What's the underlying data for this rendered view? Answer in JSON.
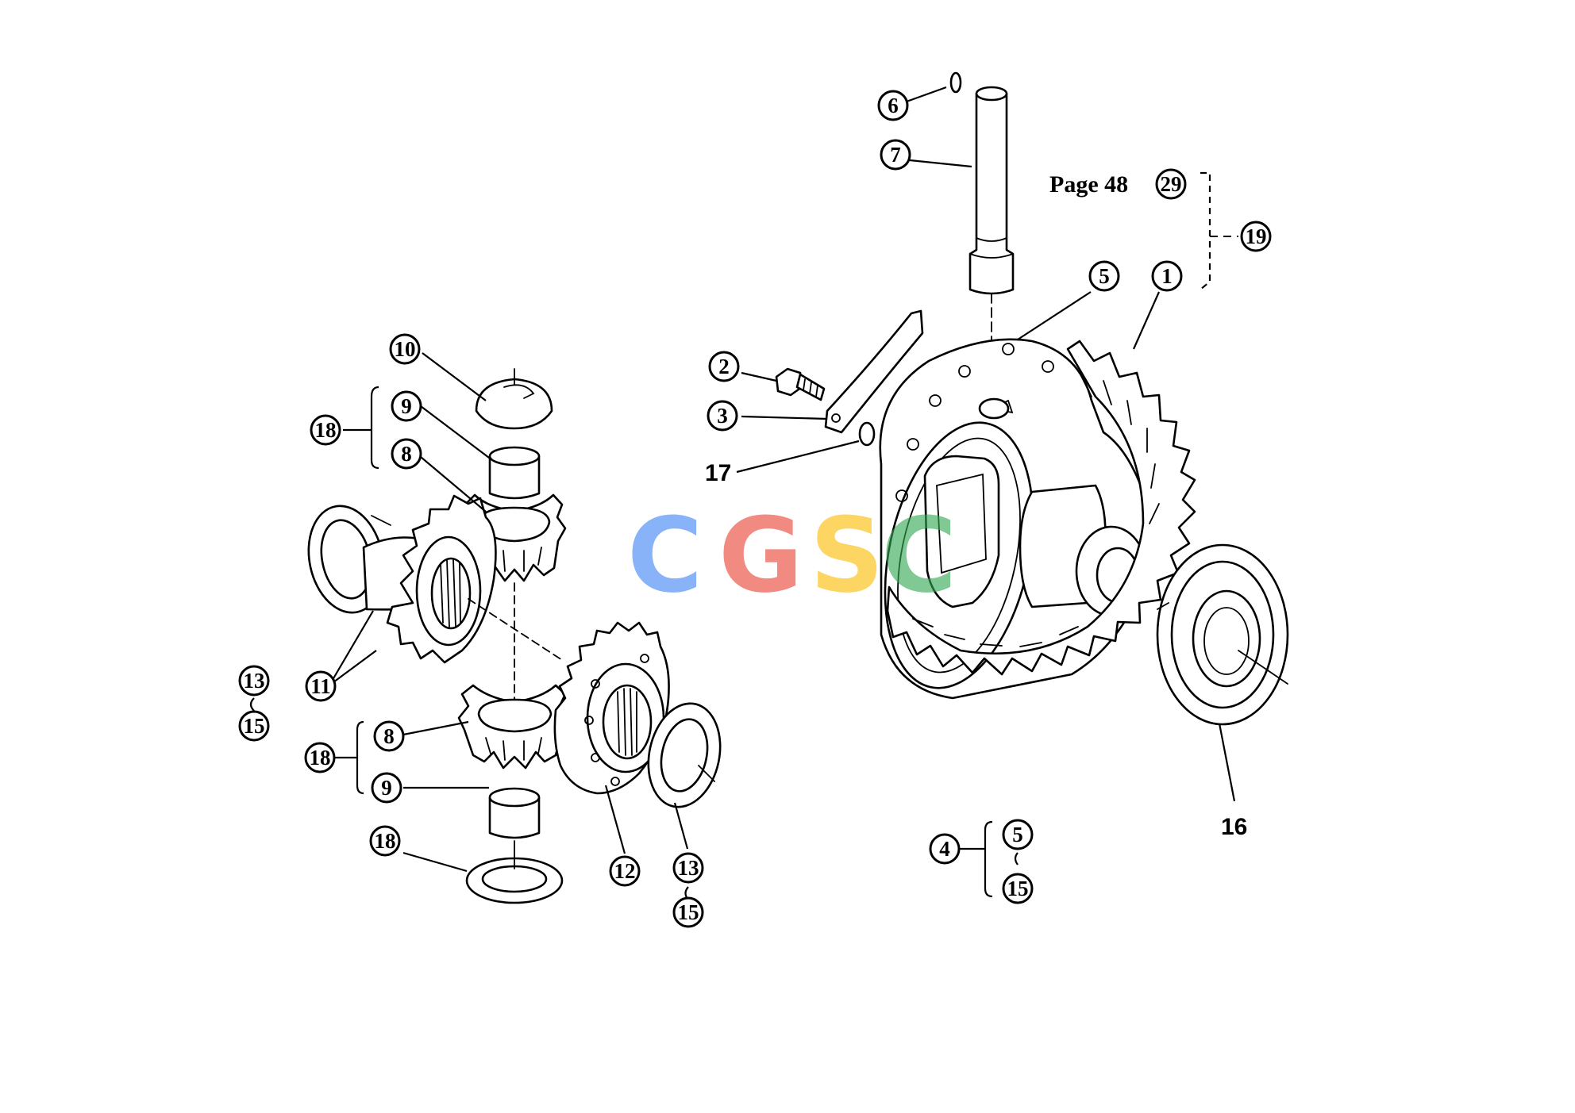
{
  "callouts": [
    {
      "id": "c1",
      "label": "1"
    },
    {
      "id": "c2",
      "label": "2"
    },
    {
      "id": "c3",
      "label": "3"
    },
    {
      "id": "c4",
      "label": "4"
    },
    {
      "id": "c5a",
      "label": "5"
    },
    {
      "id": "c5b",
      "label": "5"
    },
    {
      "id": "c6",
      "label": "6"
    },
    {
      "id": "c7",
      "label": "7"
    },
    {
      "id": "c8a",
      "label": "8"
    },
    {
      "id": "c8b",
      "label": "8"
    },
    {
      "id": "c9a",
      "label": "9"
    },
    {
      "id": "c9b",
      "label": "9"
    },
    {
      "id": "c10",
      "label": "10"
    },
    {
      "id": "c11",
      "label": "11"
    },
    {
      "id": "c12",
      "label": "12"
    },
    {
      "id": "c13a",
      "label": "13"
    },
    {
      "id": "c13b",
      "label": "13"
    },
    {
      "id": "c15a",
      "label": "15"
    },
    {
      "id": "c15b",
      "label": "15"
    },
    {
      "id": "c15c",
      "label": "15"
    },
    {
      "id": "c18a",
      "label": "18"
    },
    {
      "id": "c18b",
      "label": "18"
    },
    {
      "id": "c18c",
      "label": "18"
    },
    {
      "id": "c19",
      "label": "19"
    },
    {
      "id": "c29",
      "label": "29"
    }
  ],
  "labels": {
    "part16": "16",
    "part17": "17",
    "page_ref": "Page 48"
  },
  "watermark": {
    "letters": [
      "C",
      "G",
      "S",
      "C"
    ],
    "colors": [
      "#4285F4",
      "#EA4335",
      "#FBBC05",
      "#34A853"
    ]
  }
}
